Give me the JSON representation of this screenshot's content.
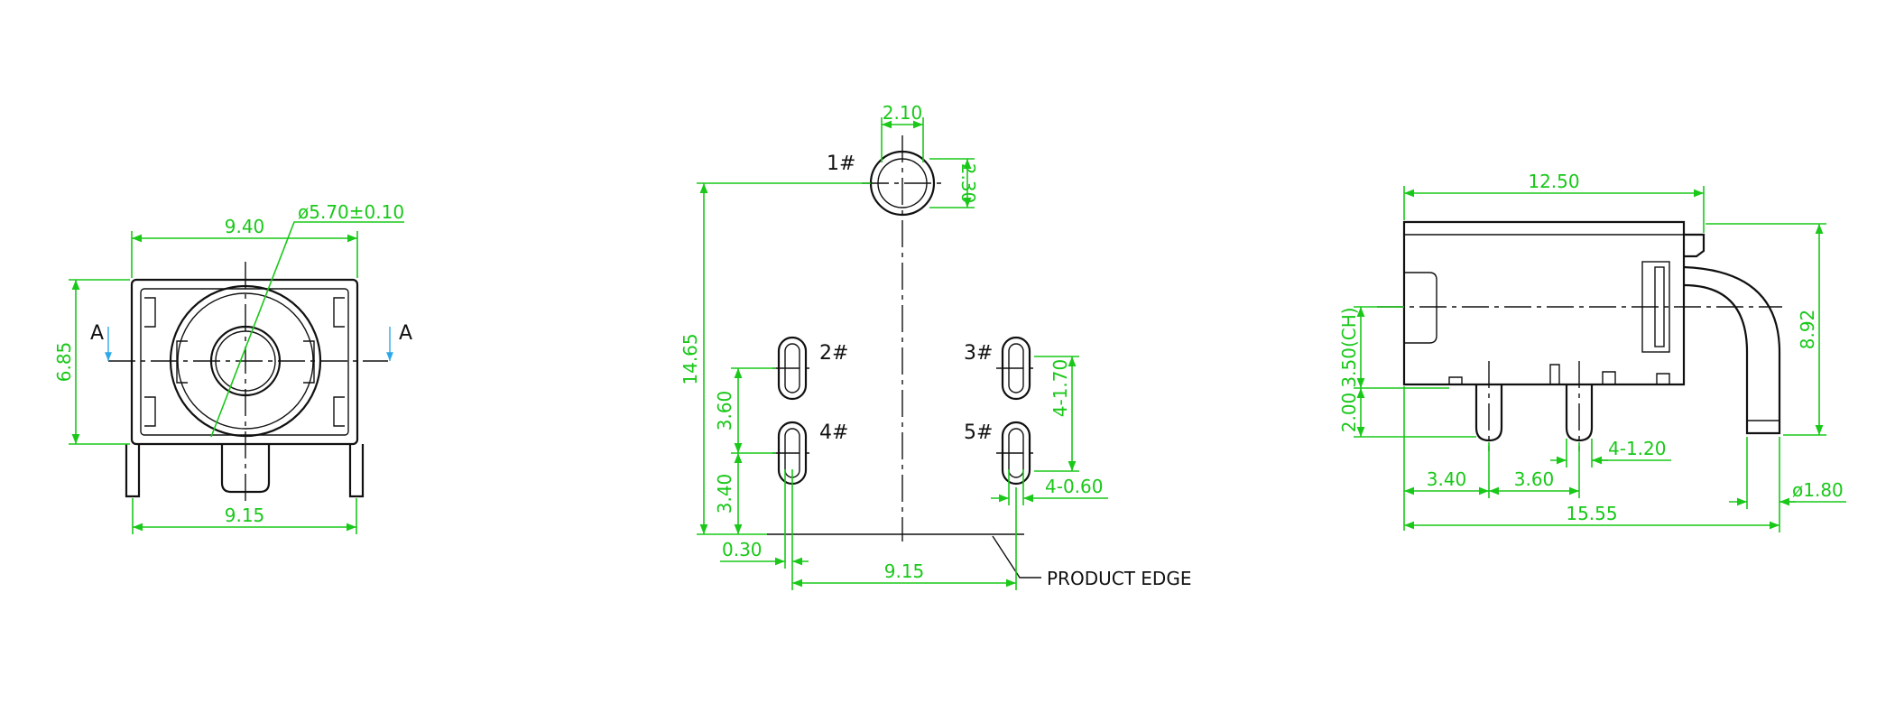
{
  "colors": {
    "dimension": "#19c819",
    "outline": "#111111",
    "section_arrow": "#2aa8e8",
    "background": "#ffffff"
  },
  "front_view": {
    "dim_width_top": "9.40",
    "dim_diameter": "ø5.70±0.10",
    "dim_height": "6.85",
    "dim_pin_span": "9.15",
    "section_label_left": "A",
    "section_label_right": "A"
  },
  "pcb_layout": {
    "pin1_label": "1#",
    "pin2_label": "2#",
    "pin3_label": "3#",
    "pin4_label": "4#",
    "pin5_label": "5#",
    "dim_hole_width": "2.10",
    "dim_hole_height": "2.30",
    "dim_total_height": "14.65",
    "dim_row_spacing": "3.60",
    "dim_row_to_edge": "3.40",
    "dim_slot_length": "4-1.70",
    "dim_slot_width": "4-0.60",
    "dim_edge_offset": "0.30",
    "dim_pin_span": "9.15",
    "product_edge_label": "PRODUCT EDGE"
  },
  "side_view": {
    "dim_body_length": "12.50",
    "dim_overall_height": "8.92",
    "dim_center_height": "3.50(CH)",
    "dim_pin_height": "2.00",
    "dim_pin_offset": "3.40",
    "dim_pin_pitch": "3.60",
    "dim_pin_width": "4-1.20",
    "dim_plug_diameter": "ø1.80",
    "dim_total_length": "15.55"
  }
}
